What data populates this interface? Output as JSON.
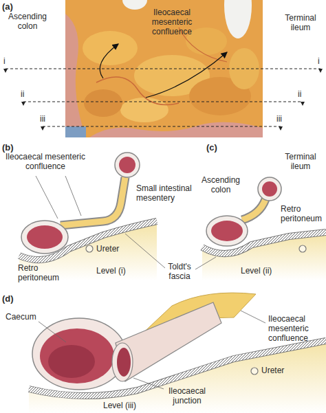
{
  "diagram": {
    "labels": [
      "(a)",
      "Ascending colon",
      "Ileocaecal mesenteric confluence",
      "Terminal ileum",
      "i",
      "i",
      "ii",
      "ii",
      "iii",
      "iii",
      "(b)",
      "Ileocaecal mesenteric confluence",
      "Small intestinal mesentery",
      "Ureter",
      "Retro peritoneum",
      "Level (i)",
      "Toldt's fascia",
      "(c)",
      "Ascending colon",
      "Terminal ileum",
      "Retro peritoneum",
      "Level (ii)",
      "(d)",
      "Caecum",
      "Ileocaecal mesenteric confluence",
      "Ureter",
      "Level (iii)",
      "Ileocaecal junction"
    ]
  }
}
